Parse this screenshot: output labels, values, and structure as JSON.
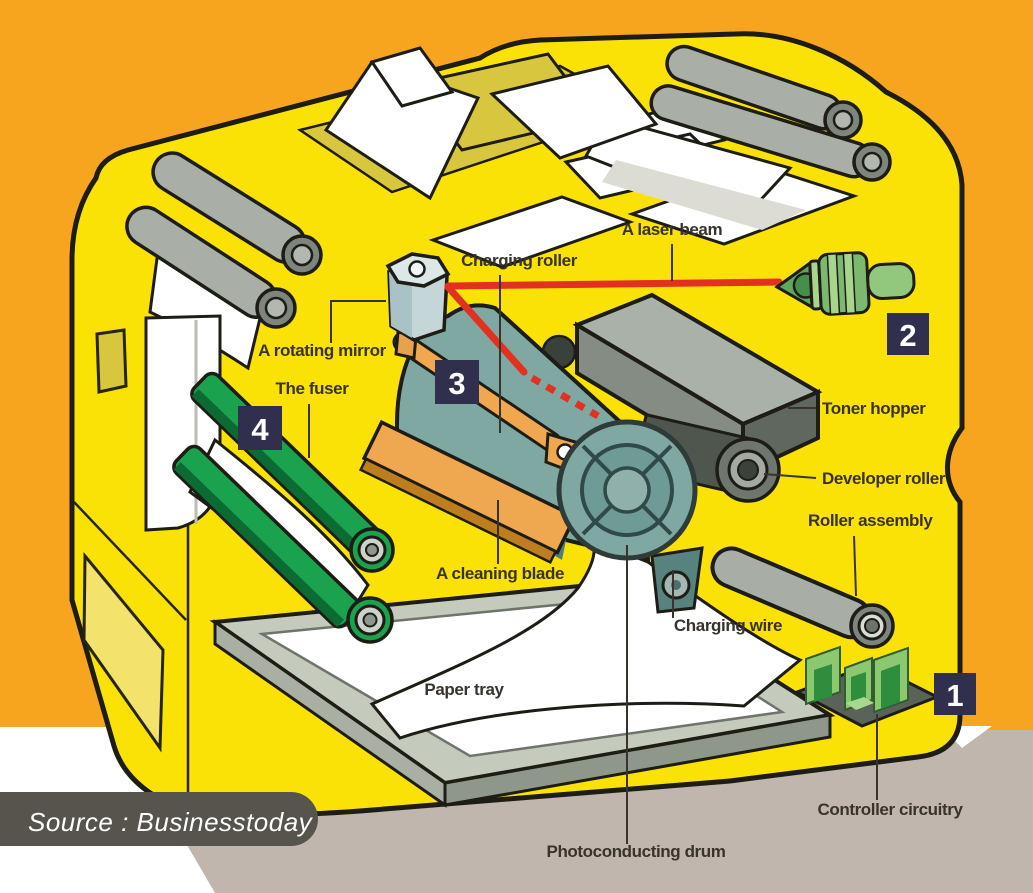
{
  "diagram": {
    "subject": "laser-printer-cutaway",
    "labels": {
      "laser_beam": "A laser beam",
      "charging_roller": "Charging roller",
      "rotating_mirror": "A rotating mirror",
      "fuser": "The fuser",
      "toner_hopper": "Toner hopper",
      "developer_roller": "Developer roller",
      "roller_assembly": "Roller assembly",
      "cleaning_blade": "A cleaning blade",
      "charging_wire": "Charging wire",
      "paper_tray": "Paper tray",
      "controller_circuitry": "Controller circuitry",
      "photoconducting_drum": "Photoconducting drum"
    },
    "badges": {
      "b1": "1",
      "b2": "2",
      "b3": "3",
      "b4": "4"
    },
    "source": {
      "text": "Source : Businesstoday"
    },
    "colors": {
      "background_orange": "#F7A41E",
      "printer_yellow": "#FAE206",
      "panel_olive": "#D8C63E",
      "badge_navy": "#30304E",
      "laser_red": "#E23120",
      "drum_teal": "#7FA8A2",
      "fuser_green": "#1AA24E",
      "circuit_green": "#8CC870",
      "part_orange": "#F0A850",
      "shadow_beige": "#C0B6AD",
      "source_pill_gray": "#57534D"
    }
  }
}
